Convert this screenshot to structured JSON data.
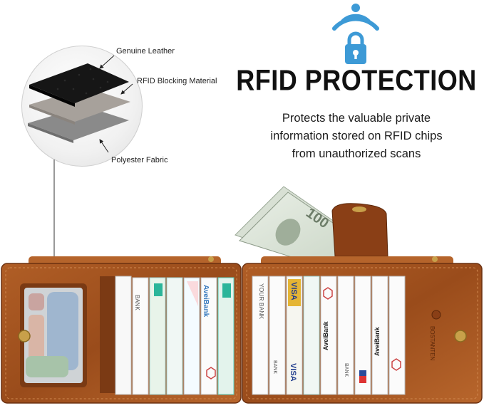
{
  "labels": {
    "genuine_leather": "Genuine Leather",
    "rfid_blocking": "RFID Blocking Material",
    "polyester": "Polyester Fabric"
  },
  "headline": "RFID PROTECTION",
  "description_lines": [
    "Protects the valuable private",
    "information stored on RFID chips",
    "from unauthorized scans"
  ],
  "card_texts": {
    "left_bank": "BANK",
    "left_avei": "AveiBank",
    "your_bank": "YOUR BANK",
    "visa_top": "VISA",
    "visa_bottom": "VISA",
    "bank_a": "BANK",
    "avei_a": "AveiBank",
    "bank_b": "BANK",
    "avei_b": "AveiBank",
    "brand": "BOSTANTEN"
  },
  "banknote_value": "100",
  "colors": {
    "icon_blue": "#3d9ad6",
    "leather": "#a5531f",
    "leather_dark": "#7a3a14",
    "leather_light": "#c06c32",
    "gold": "#c8a04a"
  }
}
